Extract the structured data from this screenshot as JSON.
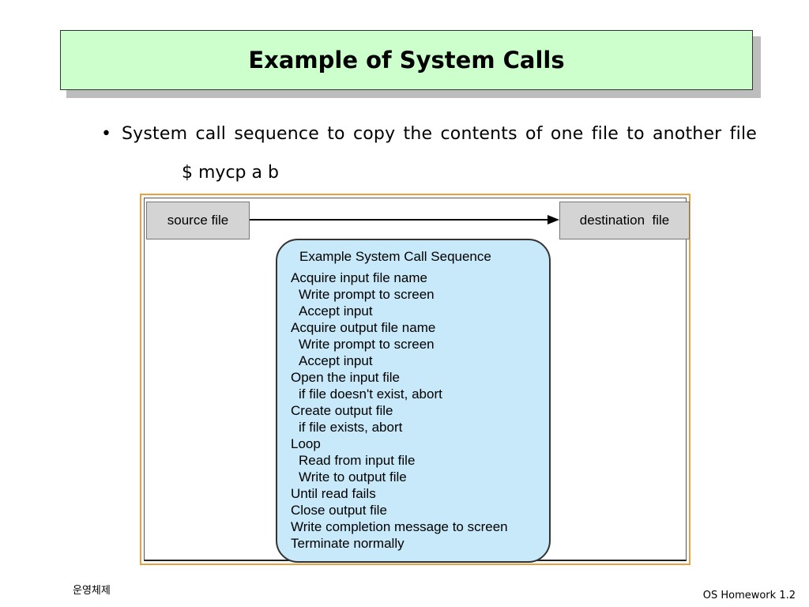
{
  "slide": {
    "title": "Example of System Calls",
    "bullet": "System call sequence to copy the contents of one file to another file",
    "command": "$ mycp a b"
  },
  "diagram": {
    "source_label": "source file",
    "destination_label": "destination  file",
    "sequence_title": "Example System Call Sequence",
    "steps": [
      {
        "text": "Acquire input file name",
        "indent": 0
      },
      {
        "text": "Write prompt to screen",
        "indent": 1
      },
      {
        "text": "Accept input",
        "indent": 1
      },
      {
        "text": "Acquire output file name",
        "indent": 0
      },
      {
        "text": "Write prompt to screen",
        "indent": 1
      },
      {
        "text": "Accept input",
        "indent": 1
      },
      {
        "text": "Open the input file",
        "indent": 0
      },
      {
        "text": "if file doesn't exist, abort",
        "indent": 1
      },
      {
        "text": "Create output file",
        "indent": 0
      },
      {
        "text": "if file exists, abort",
        "indent": 1
      },
      {
        "text": "Loop",
        "indent": 0
      },
      {
        "text": "Read from input file",
        "indent": 1
      },
      {
        "text": "Write to output file",
        "indent": 1
      },
      {
        "text": "Until read fails",
        "indent": 0
      },
      {
        "text": "Close output file",
        "indent": 0
      },
      {
        "text": "Write completion message to screen",
        "indent": 0
      },
      {
        "text": "Terminate normally",
        "indent": 0
      }
    ],
    "colors": {
      "title_fill": "#ccffcc",
      "sequence_fill": "#c7e9f9",
      "file_box_fill": "#d4d4d4",
      "frame_border": "#e8a13c"
    }
  },
  "footer": {
    "left": "운영체제",
    "right": "OS Homework 1.2"
  }
}
